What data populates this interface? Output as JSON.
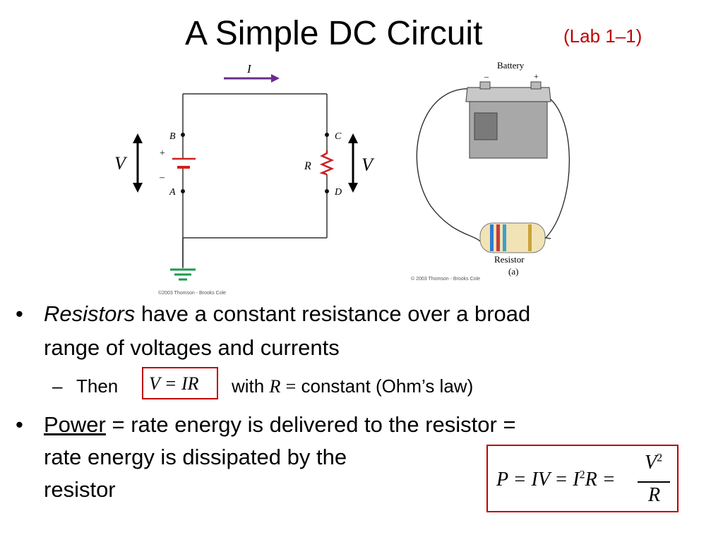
{
  "title": "A Simple DC Circuit",
  "lab_tag": "(Lab 1–1)",
  "colors": {
    "accent_red": "#c00000",
    "current_arrow": "#6a2c8f",
    "battery_red": "#d0201c",
    "resistor_red": "#cc1f1f",
    "ground_green": "#1a9a50"
  },
  "schematic": {
    "current_label": "I",
    "node_b": "B",
    "node_a": "A",
    "node_c": "C",
    "node_d": "D",
    "plus": "+",
    "minus": "–",
    "resistor_label": "R",
    "voltage_left": "V",
    "voltage_right": "V",
    "credit": "©2003 Thomson - Brooks Cole"
  },
  "illustration": {
    "battery_label": "Battery",
    "minus": "–",
    "plus": "+",
    "resistor_label": "Resistor",
    "panel_label": "(a)",
    "credit": "© 2003 Thomson - Brooks Cole"
  },
  "bullets": {
    "b1_term": "Resistors",
    "b1_line1_rest": " have a constant resistance over a broad",
    "b1_line2": "range of voltages and currents",
    "sub_dash": "–",
    "sub_then": "Then",
    "eq1": "V = IR",
    "sub_with": "with",
    "sub_R": "R",
    "sub_eq": "=",
    "sub_rest": "constant (Ohm’s law)",
    "b2_term": "Power",
    "b2_line1_rest": " = rate energy is delivered to the resistor =",
    "b2_line2": "rate energy is dissipated by the",
    "b2_line3": "resistor",
    "bullet_char": "•"
  },
  "power_eq": {
    "lhs": "P = IV = I",
    "exp2": "2",
    "mid": "R =",
    "num": "V",
    "num_exp": "2",
    "den": "R"
  }
}
